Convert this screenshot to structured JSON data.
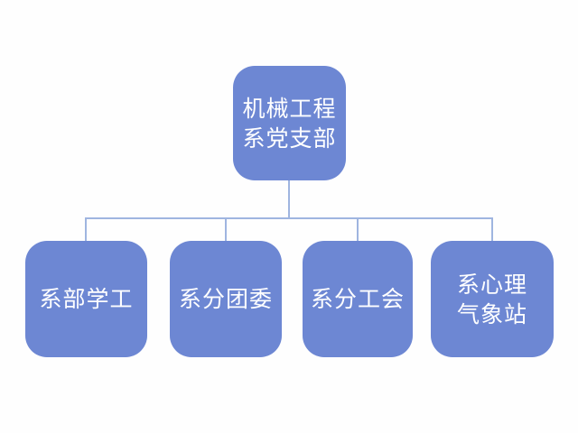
{
  "diagram": {
    "type": "org-chart",
    "title": "",
    "root": {
      "label": "机械工程\n系党支部"
    },
    "children": [
      {
        "label": "系部学工"
      },
      {
        "label": "系分团委"
      },
      {
        "label": "系分工会"
      },
      {
        "label": "系心理\n气象站"
      }
    ],
    "colors": {
      "node_fill": "#6D87D3",
      "node_text": "#FFFFFF",
      "connector": "#9FB5E0",
      "background": "#FEFEFE"
    }
  }
}
